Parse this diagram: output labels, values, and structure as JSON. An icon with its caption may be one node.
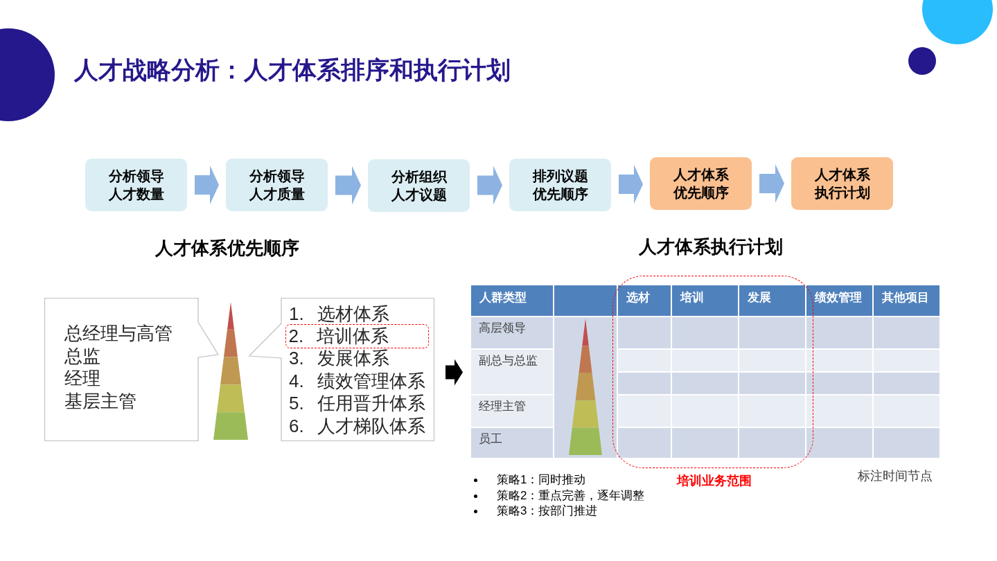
{
  "diagram": {
    "title": "人才战略分析：人才体系排序和执行计划",
    "nodes": [
      {
        "text": [
          "分析领导人才数量"
        ]
      },
      {
        "text": [
          "分析领导人才质量"
        ]
      },
      {
        "text": [
          "分析组织人才议题"
        ]
      },
      {
        "text": [
          "排列议题优先顺序"
        ]
      },
      {
        "text": [
          "人才体系优先顺序"
        ]
      },
      {
        "text": [
          "人才体系执行计划"
        ]
      },
      {
        "text": [
          "总经理与高管",
          "总监",
          "经理",
          "基层主管"
        ]
      },
      {
        "text": [
          "1. 选材体系",
          "2. 培训体系",
          "3. 发展体系",
          "4. 绩效管理体系",
          "5. 任用晋升体系",
          "6. 人才梯队体系"
        ]
      },
      {
        "text": [],
        "shape": "table"
      }
    ],
    "edges": [
      {
        "from": 0,
        "to": 1,
        "arrow": "to"
      },
      {
        "from": 1,
        "to": 2,
        "arrow": "to"
      },
      {
        "from": 2,
        "to": 3,
        "arrow": "to"
      },
      {
        "from": 3,
        "to": 4,
        "arrow": "to"
      },
      {
        "from": 4,
        "to": 5,
        "arrow": "to"
      },
      {
        "from": 7,
        "to": 8,
        "arrow": "to",
        "color": "#000000"
      }
    ],
    "labels": [
      "人才体系优先顺序",
      "人才体系执行计划",
      "人群类型",
      "选材",
      "培训",
      "发展",
      "绩效管理",
      "其他项目",
      "高层领导",
      "副总与总监",
      "经理主管",
      "员工",
      "策略1：同时推动",
      "策略2：重点完善，逐年调整",
      "策略3：按部门推进",
      "培训业务范围",
      "标注时间节点"
    ]
  }
}
